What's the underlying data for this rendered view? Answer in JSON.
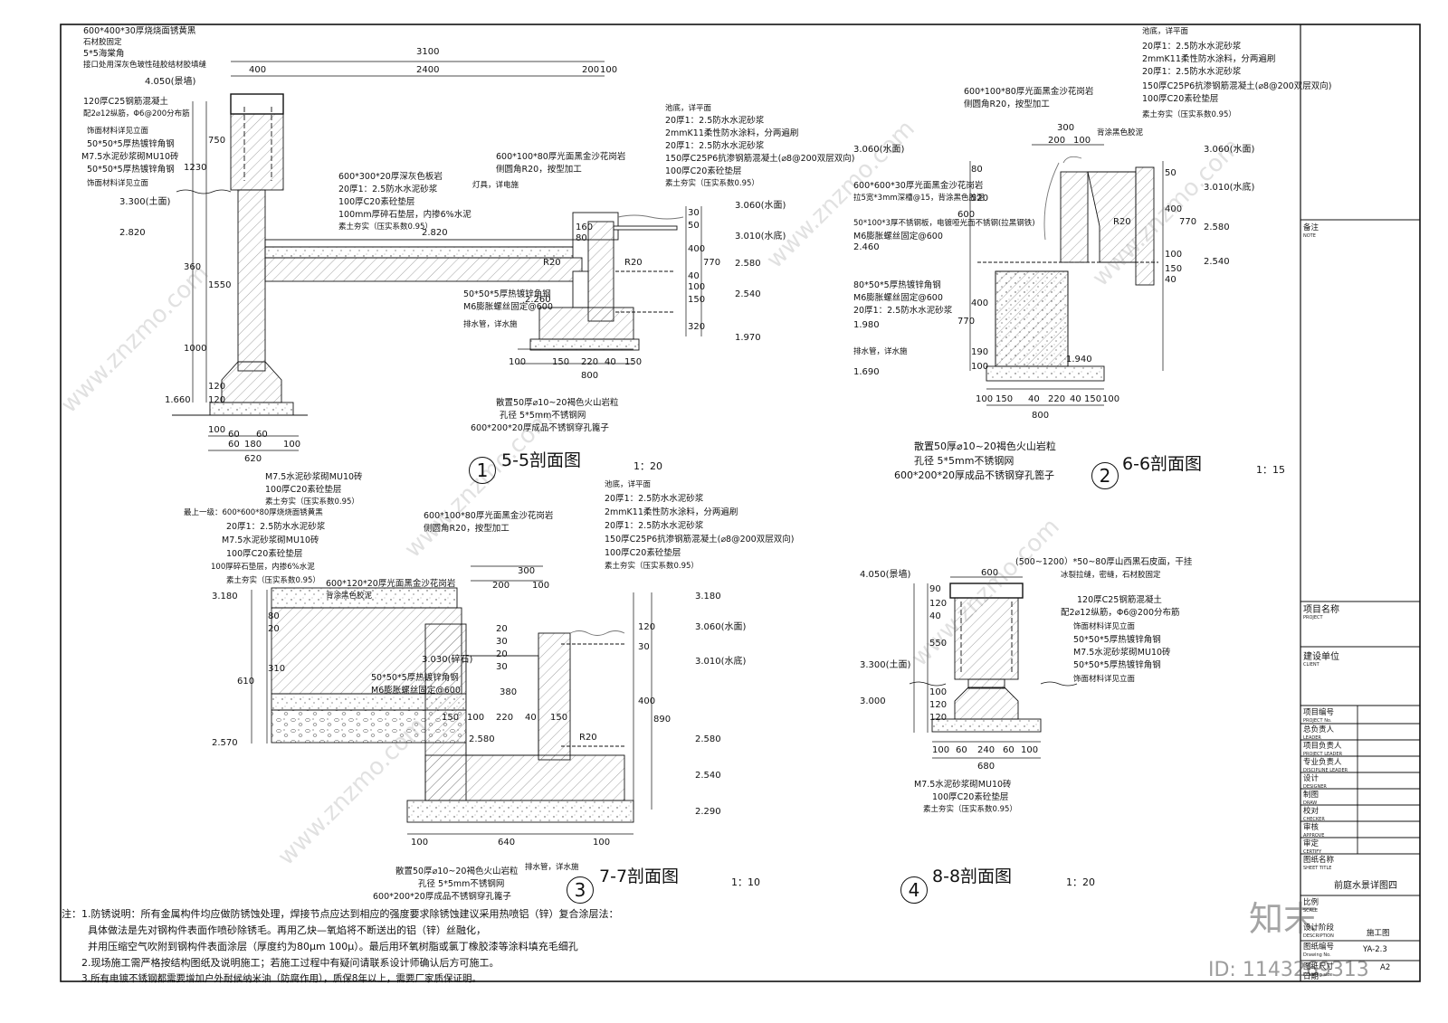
{
  "sections": {
    "s55": {
      "num": "1",
      "title": "5-5剖面图",
      "scale": "1：20",
      "top_labels": [
        "600*400*30厚烧烧面锈黄黑",
        "石材胶固定",
        "5*5海棠角",
        "接口处用深灰色玻性硅胶结材胶填缝"
      ],
      "left_labels": [
        "120厚C25钢筋混凝土",
        "配2⌀12纵筋，Φ6@200分布筋",
        "饰面材料详见立面",
        "50*50*5厚热镀锌角钢",
        "M7.5水泥砂浆砌MU10砖",
        "50*50*5厚热镀锌角钢",
        "饰面材料详见立面"
      ],
      "mid_labels": [
        "600*300*20厚深灰色板岩",
        "20厚1：2.5防水水泥砂浆",
        "100厚C20素砼垫层",
        "100mm厚碎石垫层，内掺6%水泥",
        "素土夯实（压实系数0.95）"
      ],
      "right_labels": [
        "池底，详平面",
        "20厚1：2.5防水水泥砂浆",
        "2mmK11柔性防水涂料，分两遍刷",
        "20厚1：2.5防水水泥砂浆",
        "150厚C25P6抗渗钢筋混凝土(⌀8@200双层双向)",
        "100厚C20素砼垫层",
        "素土夯实（压实系数0.95）"
      ],
      "coping": [
        "600*100*80厚光面黑金沙花岗岩",
        "侧圆角R20，按型加工"
      ],
      "light": "灯具，详电施",
      "angle": [
        "50*50*5厚热镀锌角钢",
        "M6膨胀螺丝固定@600"
      ],
      "drain": "排水管，详水施",
      "bottom_labels": [
        "散置50厚⌀10~20褐色火山岩粒",
        "孔径 5*5mm不锈钢网",
        "600*200*20厚成品不锈钢穿孔篦子"
      ],
      "found_labels": [
        "M7.5水泥砂浆砌MU10砖",
        "100厚C20素砼垫层",
        "素土夯实（压实系数0.95）"
      ],
      "elev": [
        "4.050(景墙)",
        "3.300(土面)",
        "2.820",
        "2.820",
        "1.660",
        "3.060(水面)",
        "3.010(水底)",
        "2.580",
        "2.540",
        "2.260",
        "1.970"
      ],
      "dims_top": [
        "3100",
        "400",
        "2400",
        "200",
        "100"
      ],
      "dims_left": [
        "750",
        "1230",
        "360",
        "1550",
        "1000",
        "120",
        "120"
      ],
      "dims_bottom": [
        "100",
        "60",
        "60",
        "180",
        "60",
        "100",
        "620"
      ],
      "dims_pool": [
        "100",
        "150",
        "220",
        "40",
        "150",
        "800",
        "30",
        "50",
        "400",
        "770",
        "40",
        "100",
        "150",
        "320",
        "160",
        "80",
        "R20",
        "R20"
      ]
    },
    "s66": {
      "num": "2",
      "title": "6-6剖面图",
      "scale": "1：15",
      "coping": [
        "600*100*80厚光面黑金沙花岗岩",
        "侧圆角R20，按型加工"
      ],
      "dims_top": [
        "300",
        "200",
        "100"
      ],
      "right_labels": [
        "池底，详平面",
        "20厚1：2.5防水水泥砂浆",
        "2mmK11柔性防水涂料，分两遍刷",
        "20厚1：2.5防水水泥砂浆",
        "150厚C25P6抗渗钢筋混凝土(⌀8@200双层双向)",
        "100厚C20素砼垫层",
        "素土夯实（压实系数0.95）"
      ],
      "black_glue": "背涂黑色胶泥",
      "left_labels": [
        "600*600*30厚光面黑金沙花岗岩",
        "拉5宽*3mm深槽@15，背涂黑色胶泥",
        "50*100*3厚不锈钢板，电镀哑光面不锈钢(拉黑钢铁)",
        "M6膨胀螺丝固定@600",
        "80*50*5厚热镀锌角钢",
        "M6膨胀螺丝固定@600",
        "20厚1：2.5防水水泥砂浆"
      ],
      "drain": "排水管，详水施",
      "elev": [
        "3.060(水面)",
        "3.060(水面)",
        "3.010(水底)",
        "2.580",
        "2.540",
        "2.460",
        "1.980",
        "1.940",
        "1.690"
      ],
      "dims_left": [
        "80",
        "520",
        "600",
        "400",
        "770",
        "190",
        "100"
      ],
      "dims_right": [
        "50",
        "400",
        "770",
        "100",
        "150",
        "40",
        "R20"
      ],
      "dims_bottom": [
        "100",
        "150",
        "40",
        "220",
        "40",
        "150",
        "100",
        "800"
      ],
      "bottom_labels": [
        "散置50厚⌀10~20褐色火山岩粒",
        "孔径 5*5mm不锈钢网",
        "600*200*20厚成品不锈钢穿孔篦子"
      ]
    },
    "s77": {
      "num": "3",
      "title": "7-7剖面图",
      "scale": "1：10",
      "left_labels": [
        "最上一级：600*600*80厚烧烧面锈黄黑",
        "20厚1：2.5防水水泥砂浆",
        "M7.5水泥砂浆砌MU10砖",
        "100厚C20素砼垫层",
        "100厚碎石垫层，内掺6%水泥",
        "素土夯实（压实系数0.95）"
      ],
      "coping": [
        "600*100*80厚光面黑金沙花岗岩",
        "侧圆角R20，按型加工"
      ],
      "coping2": [
        "600*120*20厚光面黑金沙花岗岩",
        "背涂黑色胶泥"
      ],
      "right_labels": [
        "池底，详平面",
        "20厚1：2.5防水水泥砂浆",
        "2mmK11柔性防水涂料，分两遍刷",
        "20厚1：2.5防水水泥砂浆",
        "150厚C25P6抗渗钢筋混凝土(⌀8@200双层双向)",
        "100厚C20素砼垫层",
        "素土夯实（压实系数0.95）"
      ],
      "angle": [
        "50*50*5厚热镀锌角钢",
        "M6膨胀螺丝固定@600"
      ],
      "dims_top": [
        "300",
        "200",
        "100"
      ],
      "elev": [
        "3.180",
        "3.180",
        "3.060(水面)",
        "3.030(碎石)",
        "3.010(水底)",
        "2.580",
        "2.580",
        "2.570",
        "2.540",
        "2.290"
      ],
      "dims_left": [
        "80",
        "20",
        "310",
        "610"
      ],
      "dims_mid": [
        "20",
        "30",
        "20",
        "30",
        "380",
        "150",
        "100",
        "220",
        "40",
        "150"
      ],
      "dims_right": [
        "120",
        "30",
        "400",
        "890",
        "R20"
      ],
      "dims_bottom": [
        "100",
        "640",
        "100"
      ],
      "drain": "排水管，详水施",
      "bottom_labels": [
        "散置50厚⌀10~20褐色火山岩粒",
        "孔径 5*5mm不锈钢网",
        "600*200*20厚成品不锈钢穿孔篦子"
      ]
    },
    "s88": {
      "num": "4",
      "title": "8-8剖面图",
      "scale": "1：20",
      "top_labels": [
        "(500~1200）*50~80厚山西黑石皮面，干挂",
        "冰裂拉缝，密缝，石材胶固定"
      ],
      "right_labels": [
        "120厚C25钢筋混凝土",
        "配2⌀12纵筋，Φ6@200分布筋",
        "饰面材料详见立面",
        "50*50*5厚热镀锌角钢",
        "M7.5水泥砂浆砌MU10砖",
        "50*50*5厚热镀锌角钢",
        "饰面材料详见立面"
      ],
      "elev": [
        "4.050(景墙)",
        "3.300(土面)",
        "3.000"
      ],
      "dims_top": [
        "600"
      ],
      "dims_left": [
        "90",
        "120",
        "40",
        "550",
        "100",
        "120",
        "120"
      ],
      "dims_bottom": [
        "100",
        "60",
        "240",
        "60",
        "100",
        "680"
      ],
      "found_labels": [
        "M7.5水泥砂浆砌MU10砖",
        "100厚C20素砼垫层",
        "素土夯实（压实系数0.95）"
      ]
    }
  },
  "notes": [
    "注：1.防锈说明：所有金属构件均应做防锈蚀处理，焊接节点应达到相应的强度要求除锈蚀建议采用热喷铝（锌）复合涂层法：",
    "具体做法是先对钢构件表面作喷砂除锈毛。再用乙炔—氧焰将不断送出的铝（锌）丝融化，",
    "并用压缩空气吹附到钢构件表面涂层（厚度约为80μm 100μ）。最后用环氧树脂或氯丁橡胶漆等涂料填充毛细孔",
    "2.现场施工需严格按结构图纸及说明施工；若施工过程中有疑问请联系设计师确认后方可施工。",
    "3.所有电镀不锈钢都需要增加户外耐候纳米油（防腐作用），质保8年以上，需要厂家质保证明。"
  ],
  "title_block": {
    "note": {
      "cn": "备注",
      "en": "NOTE"
    },
    "project": {
      "cn": "项目名称",
      "en": "PROJECT"
    },
    "client": {
      "cn": "建设单位",
      "en": "CLIENT"
    },
    "project_no": {
      "cn": "项目编号",
      "en": "PROJECT No."
    },
    "leader": {
      "cn": "总负责人",
      "en": "LEADER"
    },
    "project_leader": {
      "cn": "项目负责人",
      "en": "PROJECT LEADER"
    },
    "discipline_leader": {
      "cn": "专业负责人",
      "en": "DISCIPLINE LEADER"
    },
    "designer": {
      "cn": "设计",
      "en": "DESIGNER"
    },
    "draw": {
      "cn": "制图",
      "en": "DRAW"
    },
    "checker": {
      "cn": "校对",
      "en": "CHECKER"
    },
    "approve": {
      "cn": "审核",
      "en": "APPROVE"
    },
    "certify": {
      "cn": "审定",
      "en": "CERTIFY"
    },
    "sheet_title": {
      "cn": "图纸名称",
      "en": "SHEET TITLE"
    },
    "sheet_name": "前庭水景详图四",
    "ratio": {
      "cn": "比例",
      "en": "SCALE"
    },
    "description": {
      "cn": "设计阶段",
      "en": "DESCRIPTION"
    },
    "description_value": "施工图",
    "drawing_no": {
      "cn": "图纸编号",
      "en": "Drawing No."
    },
    "drawing_no_value": "YA-2.3",
    "drawing_size": {
      "cn": "图纸尺寸",
      "en": "Drawing size"
    },
    "drawing_size_value": "A2",
    "date": {
      "cn": "日期",
      "en": "DATE"
    }
  },
  "watermark": {
    "logo": "知末",
    "id": "ID: 1143269313",
    "site": "www.znzmo.com"
  },
  "colors": {
    "line": "#111111",
    "hatch": "#555555",
    "water": "#8a8a8a",
    "watermark": "#9a9a9a"
  }
}
